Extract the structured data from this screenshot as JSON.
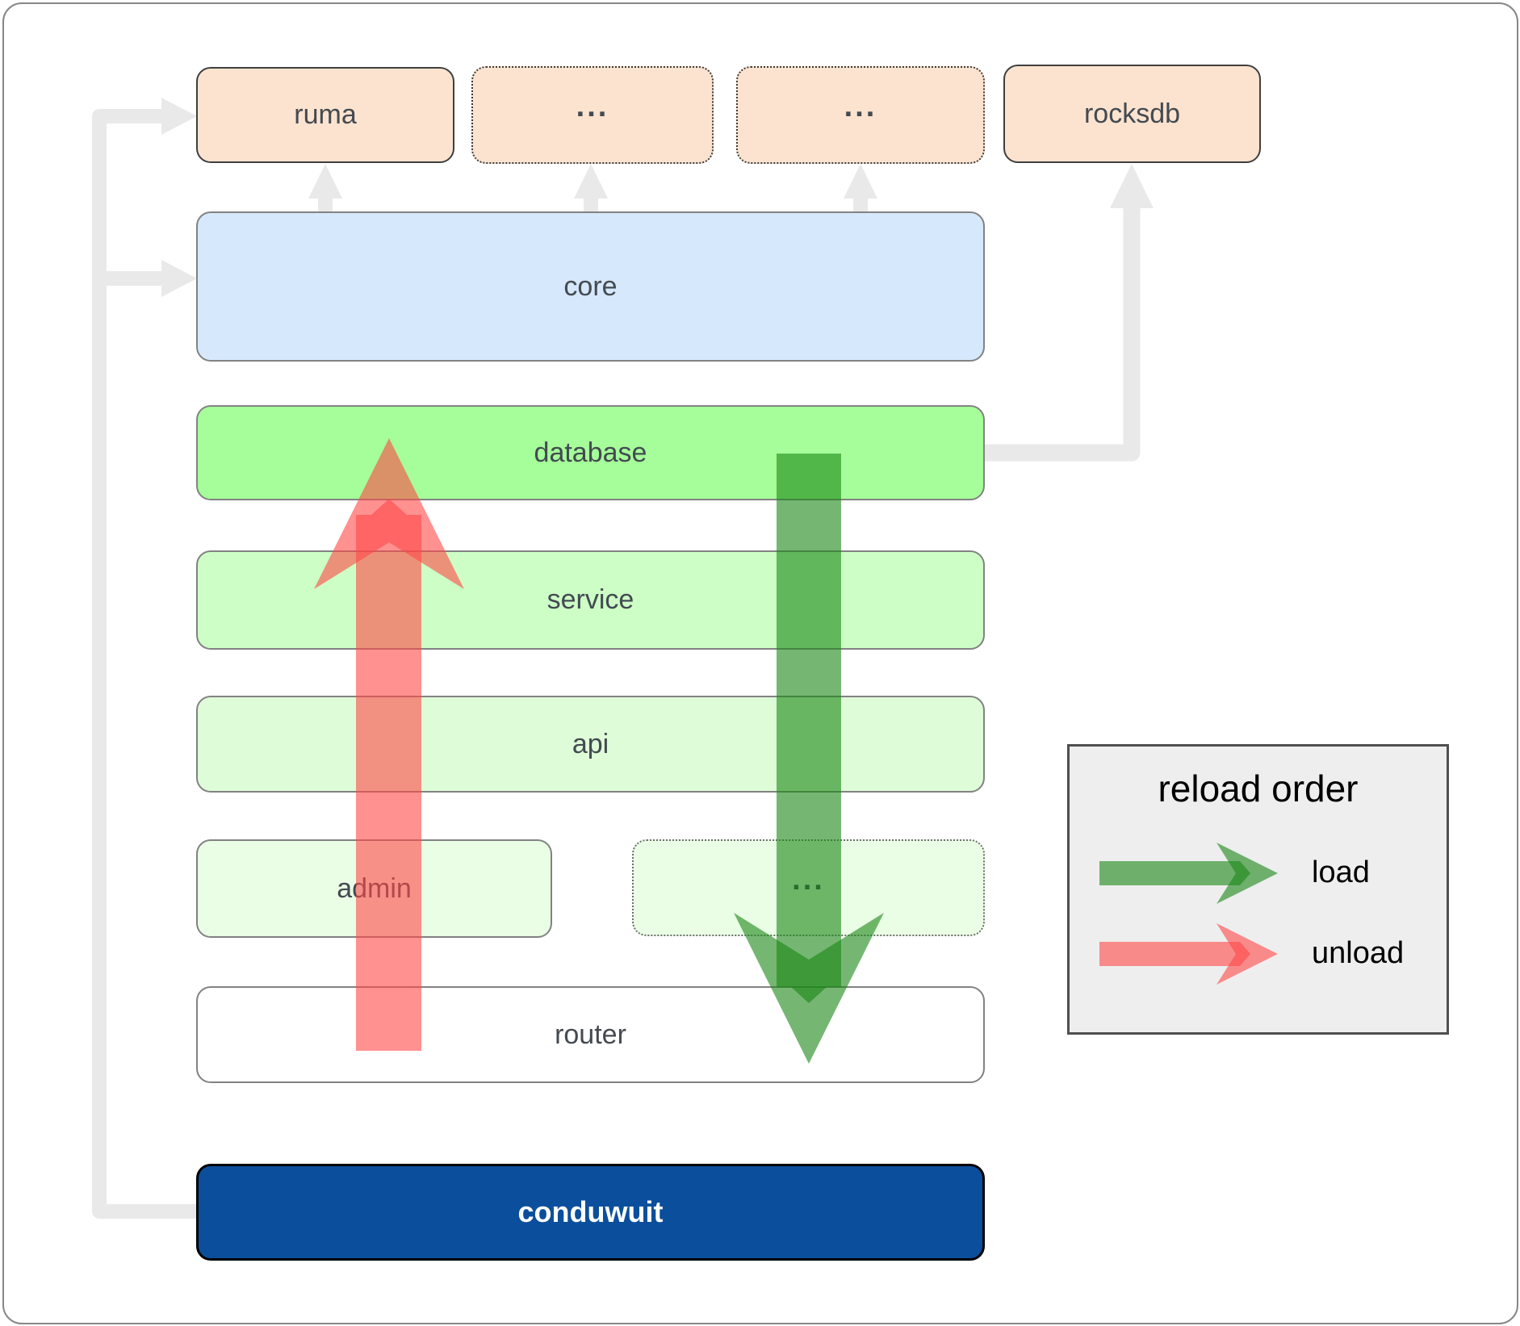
{
  "nodes": {
    "ruma": "ruma",
    "dots_top_1": "...",
    "dots_top_2": "...",
    "rocksdb": "rocksdb",
    "core": "core",
    "database": "database",
    "service": "service",
    "api": "api",
    "admin": "admin",
    "dots_mid": "...",
    "router": "router",
    "conduwuit": "conduwuit"
  },
  "legend": {
    "title": "reload order",
    "items": [
      {
        "label": "load",
        "color": "#198714"
      },
      {
        "label": "unload",
        "color": "#ff4848"
      }
    ]
  },
  "colors": {
    "node-peach": "#fbe3cf",
    "node-blue": "#d6e8fb",
    "node-green-db": "#a5fe99",
    "node-green-service": "#cdfec6",
    "node-green-api": "#defcd8",
    "node-green-pale": "#eafde5",
    "node-white": "#ffffff",
    "conduwuit-blue": "#0b4f9c",
    "load-green": "#198714",
    "unload-red": "#ff4848",
    "connector-gray": "#e9e9e9",
    "label-dark": "#434a51",
    "legend-bg": "#eeeeee",
    "frame-border": "#878787"
  }
}
